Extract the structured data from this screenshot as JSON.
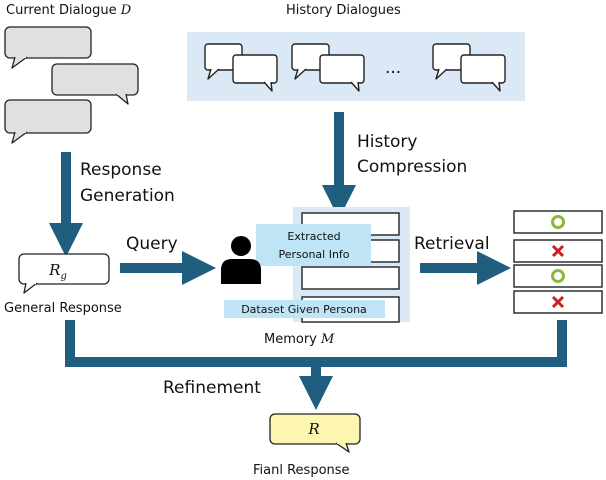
{
  "labels": {
    "current_dialogue": "Current Dialogue",
    "current_dialogue_var": "D",
    "history_dialogues": "History Dialogues",
    "ellipsis": "...",
    "response_generation_1": "Response",
    "response_generation_2": "Generation",
    "history_compression_1": "History",
    "history_compression_2": "Compression",
    "query": "Query",
    "retrieval": "Retrieval",
    "refinement": "Refinement",
    "general_response": "General Response",
    "general_response_var": "R",
    "general_response_sub": "g",
    "memory": "Memory",
    "memory_var": "M",
    "extracted_1": "Extracted",
    "extracted_2": "Personal Info",
    "dataset_persona": "Dataset Given Persona",
    "final_response": "Fianl Response",
    "final_response_var": "R"
  },
  "colors": {
    "arrow": "#1f5e7f",
    "history_panel": "#dbe9f6",
    "memory_panel": "#dbe9f6",
    "label_highlight": "#bfe4f5",
    "bubble_gray": "#e0e0e0",
    "bubble_yellow": "#fdf6b0",
    "check": "#8db63c",
    "cross": "#c8201e"
  },
  "retrieval_results": [
    "check",
    "cross",
    "check",
    "cross"
  ]
}
